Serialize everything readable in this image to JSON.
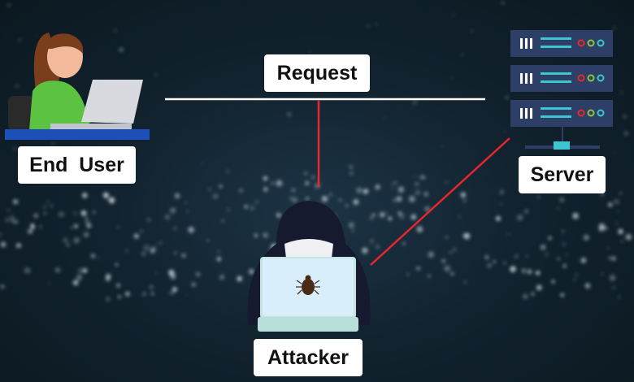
{
  "labels": {
    "request": "Request",
    "end_user": "End  User",
    "server": "Server",
    "attacker": "Attacker"
  },
  "colors": {
    "background": "#12232f",
    "attack_line": "#e8262b",
    "request_line": "#ffffff",
    "server_rack": "#2d3f66",
    "server_accent": "#3cc6cf",
    "laptop_screen": "#d8eefb",
    "hood": "#161a2e",
    "desk": "#1d4fb8",
    "shirt": "#5cc241"
  }
}
